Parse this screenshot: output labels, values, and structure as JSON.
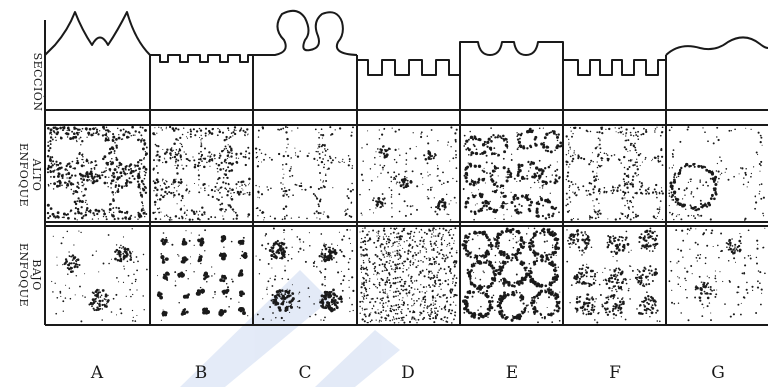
{
  "rows": [
    {
      "key": "section",
      "label": "SECCIÓN"
    },
    {
      "key": "high",
      "label_lines": [
        "ENFOQUE",
        "ALTO"
      ]
    },
    {
      "key": "low",
      "label_lines": [
        "ENFOQUE",
        "BAJO"
      ]
    }
  ],
  "columns": [
    {
      "letter": "A"
    },
    {
      "letter": "B"
    },
    {
      "letter": "C"
    },
    {
      "letter": "D"
    },
    {
      "letter": "E"
    },
    {
      "letter": "F"
    },
    {
      "letter": "G"
    }
  ],
  "colors": {
    "ink": "#1a1a1a",
    "paper": "#ffffff",
    "watermark": "#6b8fd6"
  }
}
